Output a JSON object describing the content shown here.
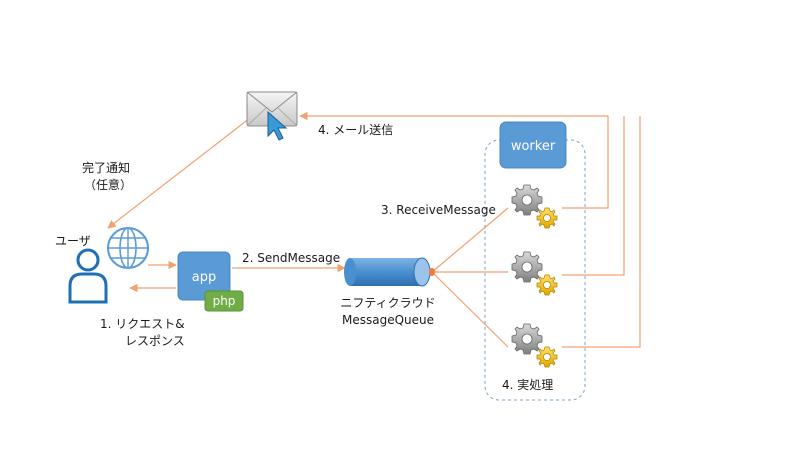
{
  "user": {
    "label": "ユーザ"
  },
  "app": {
    "label": "app",
    "php_label": "php"
  },
  "queue": {
    "label_line1": "ニフティクラウド",
    "label_line2": "MessageQueue"
  },
  "worker": {
    "label": "worker"
  },
  "edges": {
    "request": {
      "line1": "1.  リクエスト&",
      "line2": "レスポンス"
    },
    "send": "2. SendMessage",
    "receive": "3. ReceiveMessage",
    "process": "4. 実処理",
    "mail": "4. メール送信",
    "notify": {
      "line1": "完了通知",
      "line2": "（任意）"
    }
  },
  "colors": {
    "arrow": "#f4a070",
    "app_blue": "#5b9bd5",
    "php_green": "#70ad47",
    "user_blue": "#1f6fb5",
    "globe_blue": "#5b9bd5",
    "worker_border": "#7aa0cc"
  },
  "icons": [
    "mail-envelope-icon",
    "user-icon",
    "globe-icon",
    "gear-icon",
    "cursor-icon"
  ]
}
